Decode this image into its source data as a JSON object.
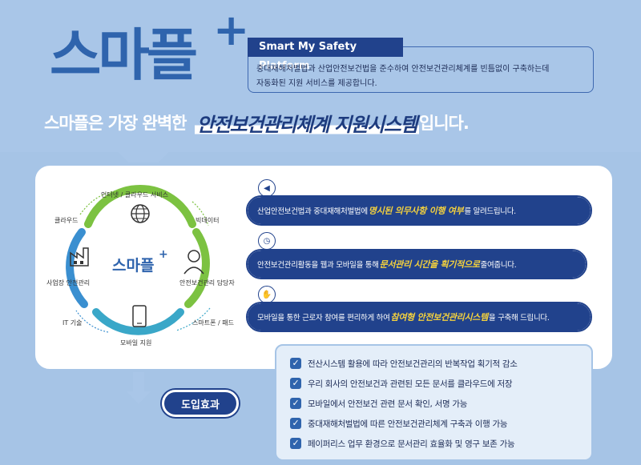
{
  "header": {
    "logo_text": "스마플",
    "logo_plus": "+",
    "badge": "Smart My Safety Platform",
    "intro_line1": "중대재해처벌법과 산업안전보건법을 준수하여 안전보건관리체계를 빈틈없이 구축하는데",
    "intro_line2": "자동화된 지원 서비스를 제공합니다.",
    "headline_pre": "스마플은 가장 완벽한",
    "headline_highlight": "안전보건관리체계 지원시스템",
    "headline_post": "입니다."
  },
  "cycle": {
    "center_text": "스마플",
    "center_plus": "+",
    "labels": {
      "internet_cloud": "인터넷 / 클라우드 서비스",
      "cloud": "클라우드",
      "bigdata": "빅데이터",
      "site_safety": "사업장 안전관리",
      "safety_manager": "안전보건관리 담당자",
      "it_tech": "IT 기술",
      "smartphone_pad": "스마트폰 / 패드",
      "mobile_support": "모바일 지원"
    }
  },
  "features": [
    {
      "pre": "산업안전보건법과 중대재해처벌법에 ",
      "hl": "명시된 의무사항 이행 여부",
      "post": "를 알려드립니다.",
      "icon": "megaphone-icon"
    },
    {
      "pre": "안전보건관리활동을 웹과 모바일을 통해 ",
      "hl": "문서관리 시간을 획기적으로",
      "post": " 줄여줍니다.",
      "icon": "clock-icon"
    },
    {
      "pre": "모바일을 통한 근로자 참여를 편리하게 하여 ",
      "hl": "참여형 안전보건관리시스템",
      "post": "을 구축해 드립니다.",
      "icon": "handshake-icon"
    }
  ],
  "effect_label": "도입효과",
  "benefits": [
    "전산시스템 활용에 따라 안전보건관리의 반복작업 획기적 감소",
    "우리 회사의 안전보건과 관련된 모든 문서를 클라우드에 저장",
    "모바일에서 안전보건 관련 문서 확인, 서명 가능",
    "중대재해처벌법에 따른 안전보건관리체계 구축과 이행 가능",
    "페이퍼리스 업무 환경으로 문서관리 효율화 및 영구 보존 가능"
  ],
  "colors": {
    "navy": "#21428c",
    "blue": "#2f64ad",
    "light_blue": "#a9c6e8",
    "yellow": "#f5d23d",
    "green": "#7cc241",
    "teal": "#3aa7c8"
  }
}
